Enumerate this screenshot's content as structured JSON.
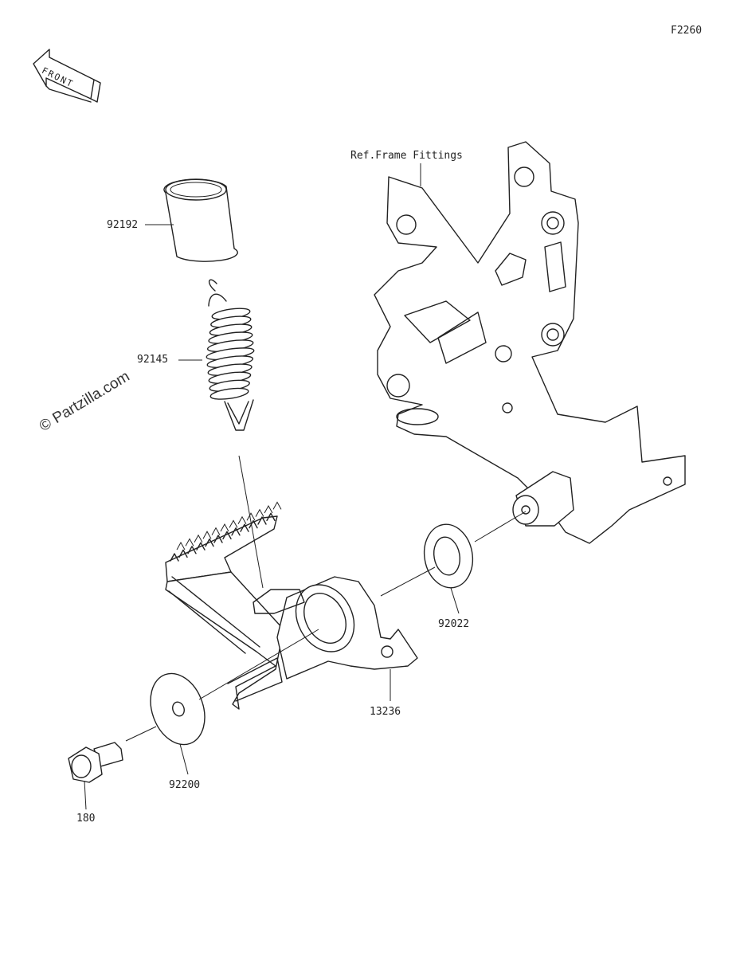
{
  "diagram_code": "F2260",
  "front_label": "FRONT",
  "watermark": "© Partzilla.com",
  "ref_label": "Ref.Frame Fittings",
  "parts": [
    {
      "number": "92192",
      "name": "collar"
    },
    {
      "number": "92145",
      "name": "spring"
    },
    {
      "number": "92022",
      "name": "washer"
    },
    {
      "number": "13236",
      "name": "brake-pedal"
    },
    {
      "number": "92200",
      "name": "washer-large"
    },
    {
      "number": "180",
      "name": "bolt"
    }
  ]
}
